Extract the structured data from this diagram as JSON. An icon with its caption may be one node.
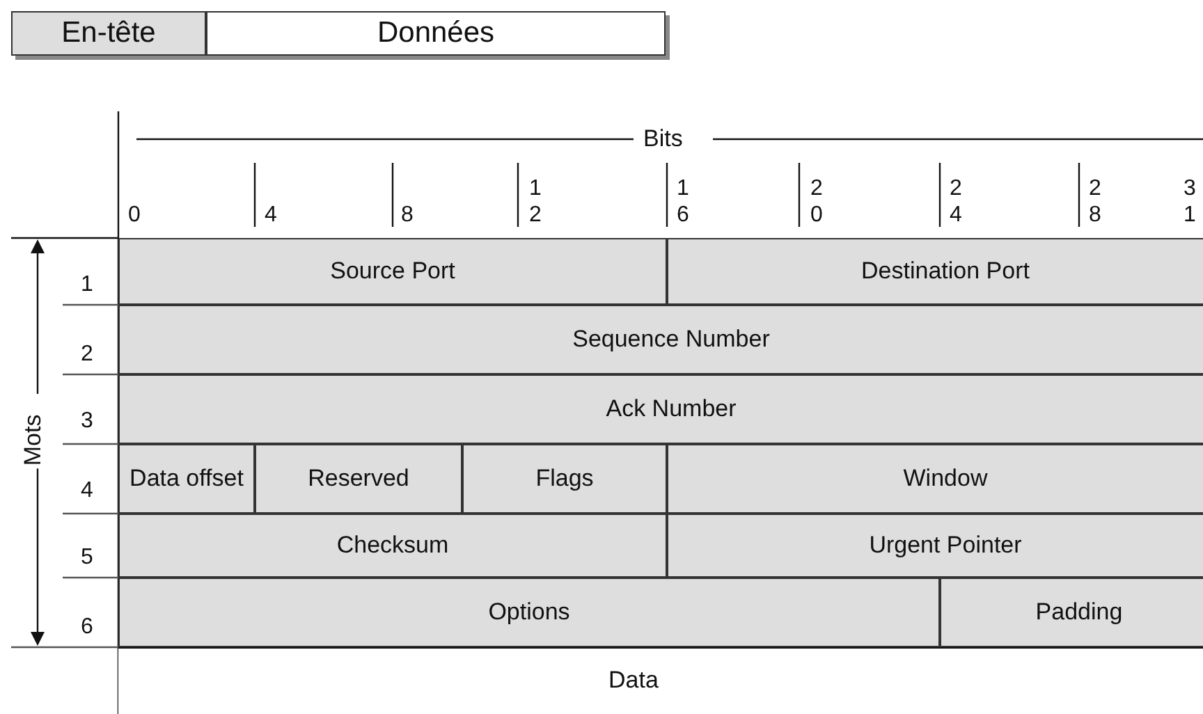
{
  "diagram": {
    "nodes": [
      {
        "text": [
          "En-tête"
        ]
      },
      {
        "text": [
          "Données"
        ]
      },
      {
        "text": [
          "Source Port"
        ]
      },
      {
        "text": [
          "Destination Port"
        ]
      },
      {
        "text": [
          "Sequence Number"
        ]
      },
      {
        "text": [
          "Ack Number"
        ]
      },
      {
        "text": [
          "Data offset"
        ]
      },
      {
        "text": [
          "Reserved"
        ]
      },
      {
        "text": [
          "Flags"
        ]
      },
      {
        "text": [
          "Window"
        ]
      },
      {
        "text": [
          "Checksum"
        ]
      },
      {
        "text": [
          "Urgent Pointer"
        ]
      },
      {
        "text": [
          "Options"
        ]
      },
      {
        "text": [
          "Padding"
        ]
      },
      {
        "text": [
          "Data"
        ]
      }
    ],
    "labels": [
      "Bits",
      "0",
      "4",
      "8",
      "12",
      "16",
      "20",
      "24",
      "28",
      "31",
      "Mots",
      "1",
      "2",
      "3",
      "4",
      "5",
      "6"
    ]
  }
}
